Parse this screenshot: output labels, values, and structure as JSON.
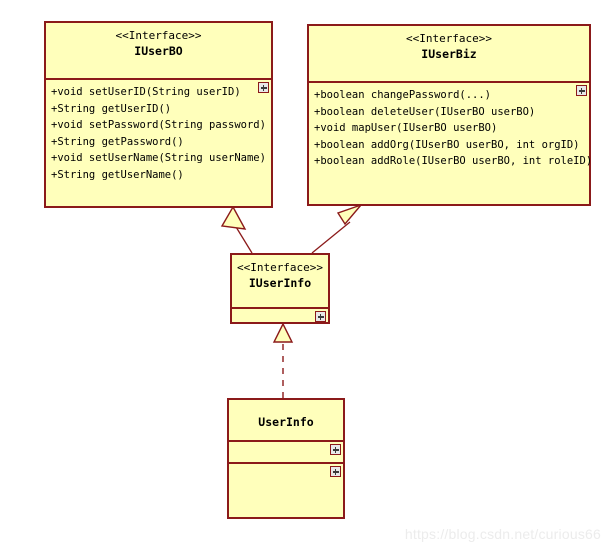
{
  "diagram": {
    "kind": "uml-class-diagram",
    "background": "#ffffff",
    "box_fill": "#ffffbb",
    "box_border": "#8b1a1a",
    "connector_color": "#8b1a1a"
  },
  "classes": {
    "iuserbo": {
      "stereotype": "<<Interface>>",
      "name": "IUserBO",
      "methods": [
        "+void setUserID(String userID)",
        "+String getUserID()",
        "+void setPassword(String password)",
        "+String getPassword()",
        "+void setUserName(String userName)",
        "+String getUserName()"
      ]
    },
    "iuserbiz": {
      "stereotype": "<<Interface>>",
      "name": "IUserBiz",
      "methods": [
        "+boolean changePassword(...)",
        "+boolean deleteUser(IUserBO userBO)",
        "+void mapUser(IUserBO userBO)",
        "+boolean addOrg(IUserBO userBO, int orgID)",
        "+boolean addRole(IUserBO userBO, int roleID)"
      ]
    },
    "iuserinfo": {
      "stereotype": "<<Interface>>",
      "name": "IUserInfo",
      "methods": []
    },
    "userinfo": {
      "stereotype": "",
      "name": "UserInfo",
      "attributes": [],
      "methods": []
    }
  },
  "relationships": [
    {
      "id": "iuserinfo-extends-iuserbo",
      "type": "generalization",
      "line": "solid",
      "arrow": "hollow-triangle",
      "from": "IUserInfo",
      "to": "IUserBO"
    },
    {
      "id": "iuserinfo-extends-iuserbiz",
      "type": "generalization",
      "line": "solid",
      "arrow": "hollow-triangle",
      "from": "IUserInfo",
      "to": "IUserBiz"
    },
    {
      "id": "userinfo-implements-iuserinfo",
      "type": "realization",
      "line": "dashed",
      "arrow": "hollow-triangle",
      "from": "UserInfo",
      "to": "IUserInfo"
    }
  ],
  "watermark": {
    "text": "https://blog.csdn.net/curious66"
  }
}
